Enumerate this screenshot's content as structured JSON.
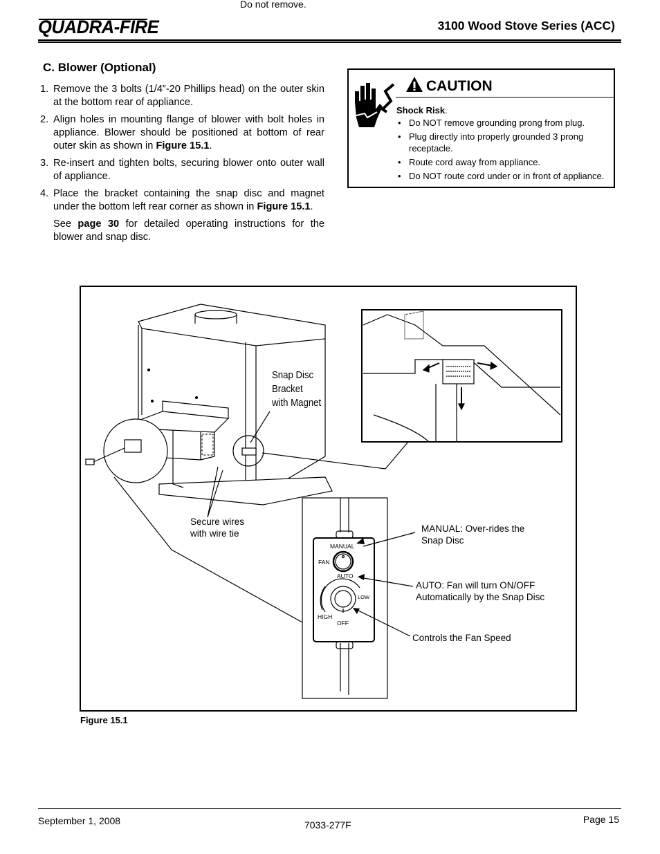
{
  "header": {
    "cut_off_text": "Do not remove.",
    "logo_text": "QUADRA-FIRE",
    "title": "3100 Wood Stove Series (ACC)"
  },
  "section": {
    "title": "C.  Blower (Optional)",
    "steps": [
      {
        "num": "1.",
        "text": "Remove the 3 bolts (1/4”-20 Phillips head) on the outer skin at the bottom rear of appliance."
      },
      {
        "num": "2.",
        "text_before": "Align holes in mounting flange of blower with bolt holes in appliance. Blower should be positioned at bottom of rear outer skin as shown in ",
        "ref": "Figure 15.1",
        "text_after": "."
      },
      {
        "num": "3.",
        "text": "Re-insert and tighten bolts, securing blower onto outer wall of appliance."
      },
      {
        "num": "4.",
        "text_before": "Place the bracket containing the snap disc and magnet under the bottom left rear corner as shown in ",
        "ref": "Figure 15.1",
        "text_after": "."
      }
    ],
    "note": {
      "before": "See ",
      "ref": "page 30",
      "after": " for detailed operating instructions for the blower and snap disc."
    }
  },
  "caution": {
    "title": "CAUTION",
    "heading": "Shock Risk",
    "heading_punct": ".",
    "bullets": [
      "Do NOT remove grounding prong from plug.",
      "Plug directly into properly grounded 3 prong receptacle.",
      "Route cord away from appliance.",
      "Do NOT route cord under or in front of appliance."
    ]
  },
  "figure": {
    "caption": "Figure 15.1",
    "snap_disc_label": [
      "Snap Disc",
      "Bracket",
      "with Magnet"
    ],
    "secure_wires_label": [
      "Secure wires",
      "with wire tie"
    ],
    "manual_callout": [
      "MANUAL: Over-rides the",
      "Snap Disc"
    ],
    "auto_callout": [
      "AUTO:  Fan will turn ON/OFF",
      "Automatically by the Snap Disc"
    ],
    "speed_callout": "Controls the Fan Speed",
    "panel": {
      "manual": "MANUAL",
      "fan": "FAN",
      "auto": "AUTO",
      "low": "LOW",
      "high": "HIGH",
      "off": "OFF"
    }
  },
  "footer": {
    "date": "September 1, 2008",
    "doc_number": "7033-277F",
    "page": "Page  15"
  }
}
